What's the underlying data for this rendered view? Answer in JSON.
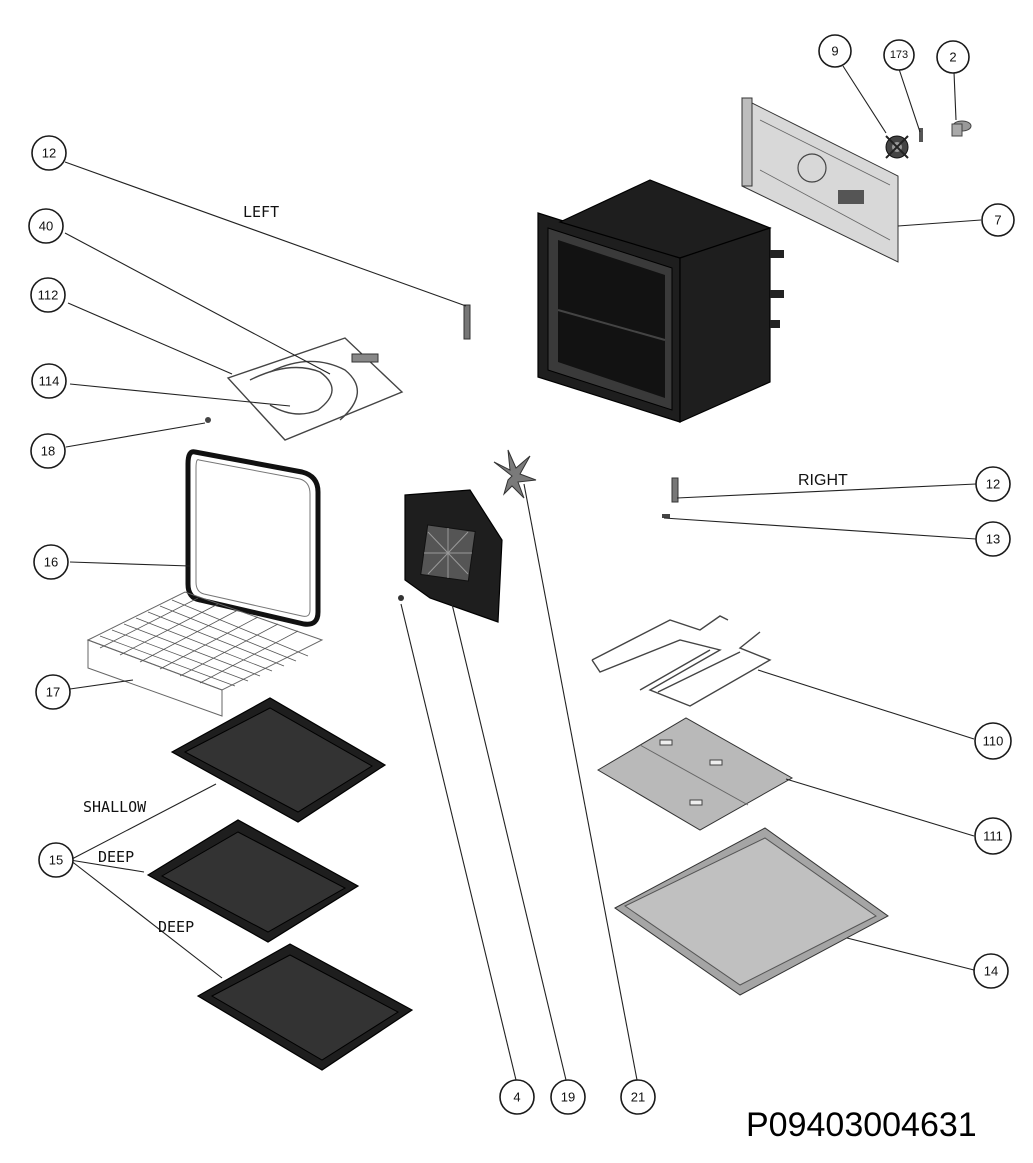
{
  "callouts": {
    "c12_left": "12",
    "c40": "40",
    "c112": "112",
    "c114": "114",
    "c18": "18",
    "c16": "16",
    "c17": "17",
    "c15": "15",
    "c9": "9",
    "c173": "173",
    "c2": "2",
    "c7": "7",
    "c12_right": "12",
    "c13": "13",
    "c110": "110",
    "c111": "111",
    "c14": "14",
    "c4": "4",
    "c19": "19",
    "c21": "21"
  },
  "labels": {
    "left": "LEFT",
    "right": "RIGHT",
    "shallow": "SHALLOW",
    "deep_1": "DEEP",
    "deep_2": "DEEP"
  },
  "reference_code": "P09403004631"
}
